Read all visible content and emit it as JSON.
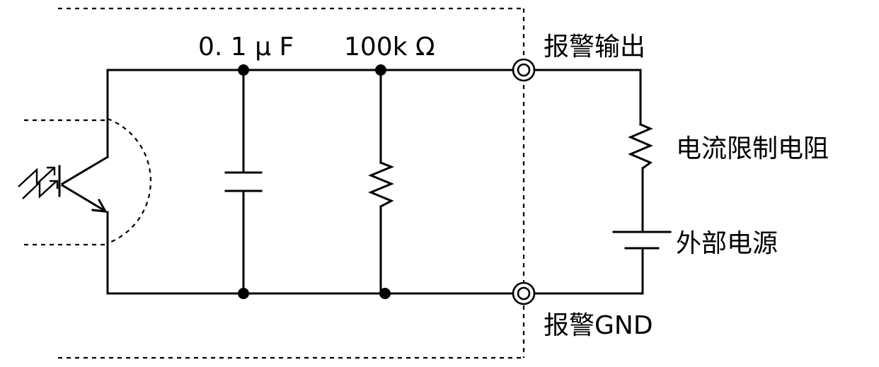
{
  "labels": {
    "capacitor": "0. 1 μ F",
    "resistor": "100k Ω",
    "alarm_output": "报警输出",
    "alarm_gnd": "报警GND",
    "current_limit_resistor": "电流限制电阻",
    "external_power": "外部电源"
  }
}
